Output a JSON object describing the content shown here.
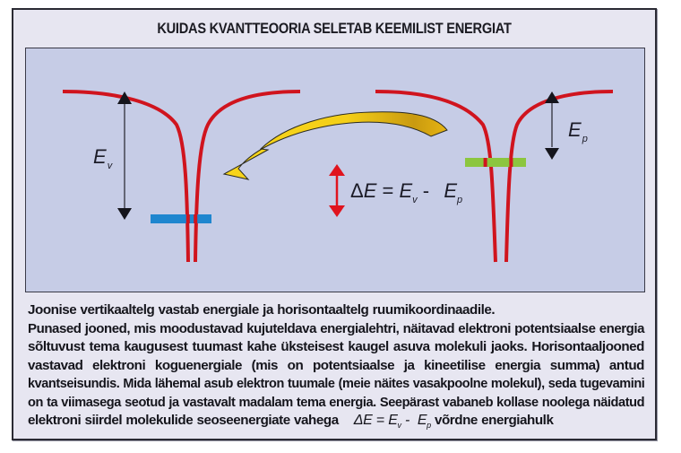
{
  "title": "KUIDAS KVANTTEOORIA SELETAB KEEMILIST ENERGIAT",
  "diagram": {
    "background": "#c6cce6",
    "curve_color": "#d0141e",
    "left_molecule": {
      "level_color": "#1f86cf",
      "energy_label": {
        "main": "E",
        "sub": "v"
      }
    },
    "right_molecule": {
      "level_color": "#8cc63f",
      "energy_label": {
        "main": "E",
        "sub": "p"
      }
    },
    "transition_arrow_color": "#f2c81a",
    "delta_arrow_color": "#e0141e",
    "equation": {
      "delta": "Δ",
      "lhs": "E",
      "equals": " = ",
      "e1": "E",
      "e1_sub": "v",
      "minus": " -  ",
      "e2": "E",
      "e2_sub": "p"
    }
  },
  "caption": {
    "lines": [
      "Joonise vertikaaltelg vastab energiale ja horisontaaltelg ruumikoordinaadile.",
      "Punased jooned, mis moodustavad kujuteldava energialehtri, näitavad elektroni potentsiaalse energia",
      "sõltuvust tema kaugusest tuumast kahe üksteisest kaugel asuva molekuli jaoks. Horisontaaljooned",
      "vastavad elektroni koguenergiale (mis on potentsiaalse ja kineetilise energia summa) antud",
      "kvantseisundis. Mida lähemal asub elektron tuumale (meie näites vasakpoolne molekul), seda tugevamini",
      "on ta viimasega seotud ja vastavalt madalam tema energia. Seepärast vabaneb kollase noolega näidatud"
    ],
    "last_line_prefix": "elektroni siirdel molekulide seoseenergiate vahega",
    "last_line_suffix": "võrdne energiahulk"
  }
}
